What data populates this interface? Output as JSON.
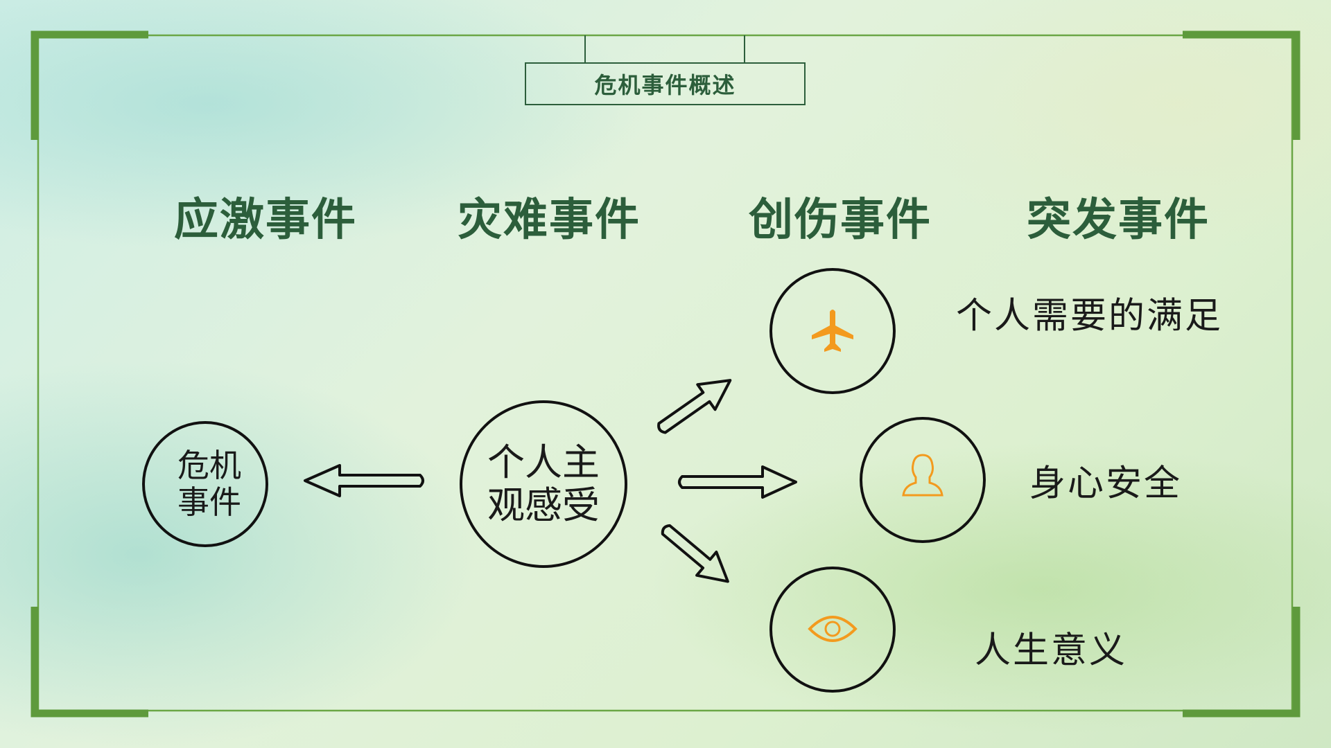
{
  "title": "危机事件概述",
  "headings": [
    "应激事件",
    "灾难事件",
    "创伤事件",
    "突发事件"
  ],
  "crisis_node": {
    "line1": "危机",
    "line2": "事件"
  },
  "center_node": {
    "line1": "个人主",
    "line2": "观感受"
  },
  "needs": [
    {
      "icon": "airplane-icon",
      "label": "个人需要的满足"
    },
    {
      "icon": "person-icon",
      "label": "身心安全"
    },
    {
      "icon": "eye-icon",
      "label": "人生意义"
    }
  ],
  "colors": {
    "frame": "#5e9a3c",
    "heading": "#2c5e3b",
    "icon": "#f39a1e"
  }
}
